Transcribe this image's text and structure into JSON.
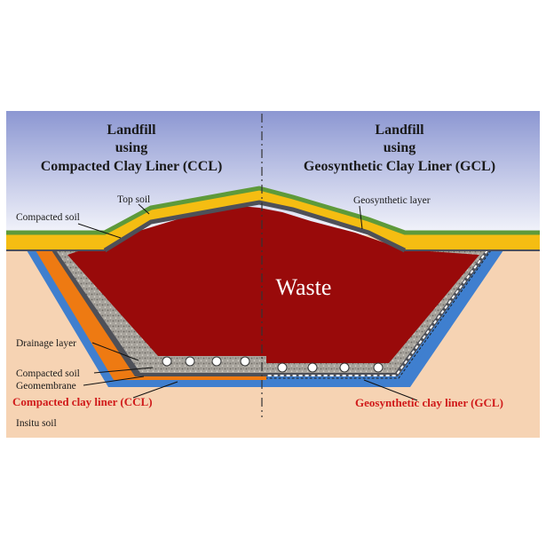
{
  "titles": {
    "left": {
      "line1": "Landfill",
      "line2": "using",
      "line3": "Compacted Clay Liner (CCL)"
    },
    "right": {
      "line1": "Landfill",
      "line2": "using",
      "line3": "Geosynthetic Clay Liner (GCL)"
    }
  },
  "labels": {
    "top_soil": "Top soil",
    "compacted_soil_top": "Compacted soil",
    "geosynthetic_layer": "Geosynthetic layer",
    "waste": "Waste",
    "drainage_layer": "Drainage layer",
    "compacted_soil_bottom": "Compacted soil",
    "geomembrane": "Geomembrane",
    "ccl": "Compacted clay liner (CCL)",
    "gcl": "Geosynthetic clay liner (GCL)",
    "insitu_soil": "Insitu soil"
  },
  "colors": {
    "sky_top": "#8c97d2",
    "sky_bottom": "#f4f5fb",
    "ground": "#f6d3b3",
    "waste": "#990a0a",
    "top_soil": "#5e9a3a",
    "compacted_soil": "#f5bd12",
    "geomembrane": "#4e5058",
    "drainage": "#a7a39c",
    "clay_liner": "#ee7a12",
    "blue_liner": "#3f7fcf",
    "callout_text": "#d01a1a"
  }
}
